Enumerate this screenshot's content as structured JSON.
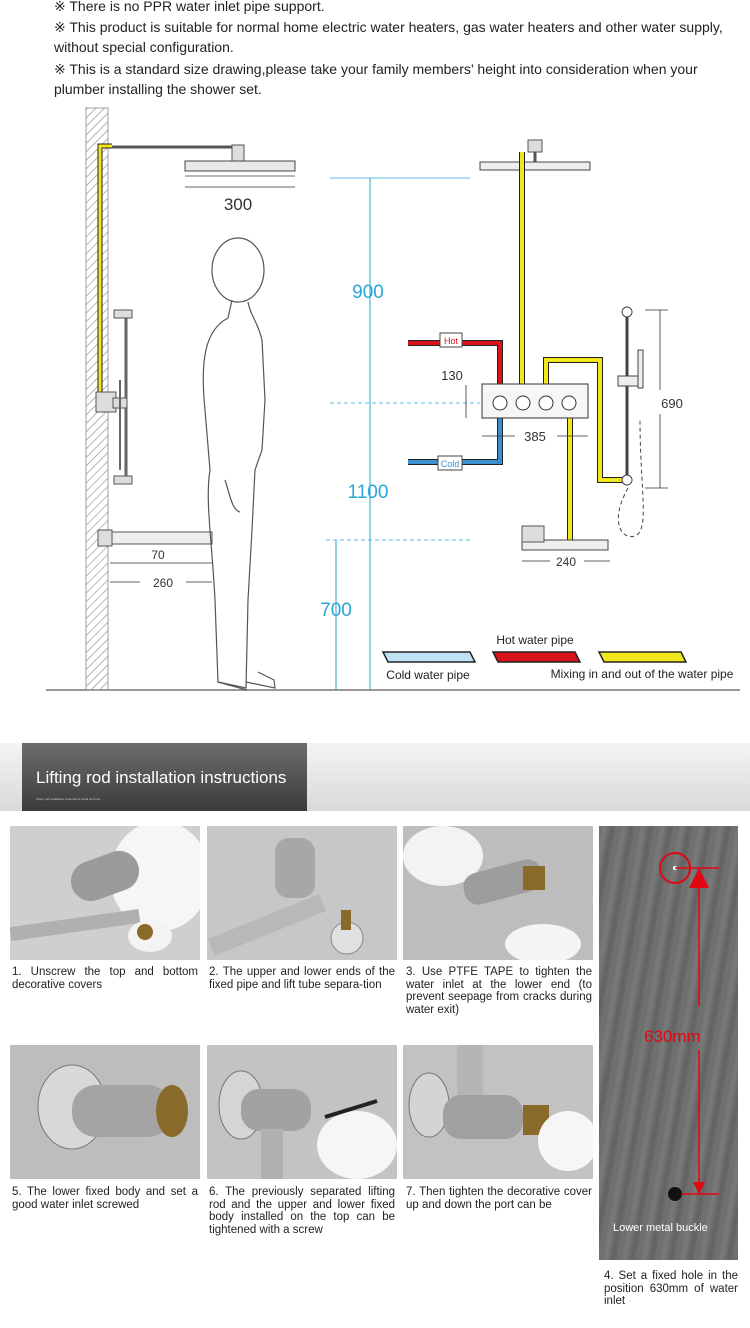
{
  "notes": [
    "※ There is no PPR water inlet pipe support.",
    "※ This product is suitable for normal home electric water heaters, gas water heaters and other water supply, without special configuration.",
    "※ This is a standard size drawing,please take your family members’ height into consideration when your plumber installing the shower set."
  ],
  "diagram": {
    "dim_300": "300",
    "dim_900": "900",
    "dim_1100": "1100",
    "dim_700": "700",
    "dim_130": "130",
    "dim_385": "385",
    "dim_690": "690",
    "dim_70": "70",
    "dim_260": "260",
    "dim_240": "240",
    "hot_tag": "Hot",
    "cold_tag": "Cold",
    "legend": {
      "hot": "Hot water pipe",
      "cold": "Cold water pipe",
      "mix": "Mixing in and out of the water pipe"
    },
    "colors": {
      "hot": "#d7141c",
      "cold": "#3a8fd0",
      "mix": "#f2e61c",
      "dim": "#2ba4d6"
    }
  },
  "section": {
    "title": "Lifting rod installation instructions",
    "subtitle": "Lifting rod installation instructions small print line"
  },
  "steps": [
    "1. Unscrew the top and bottom decorative covers",
    "2. The upper and lower ends of the fixed pipe and lift tube separa-tion",
    "3. Use PTFE TAPE to tighten the water inlet at the lower end (to prevent seepage from cracks during water exit)",
    "4. Set a fixed hole in the position 630mm of water inlet",
    "5. The lower fixed body and set a good water inlet screwed",
    "6. The previously separated lifting rod and the upper and lower fixed body installed on the top can be tightened with a screw",
    "7. Then tighten the decorative cover up and down the port can be"
  ],
  "measure": {
    "label": "630mm",
    "buckle": "Lower metal buckle"
  }
}
